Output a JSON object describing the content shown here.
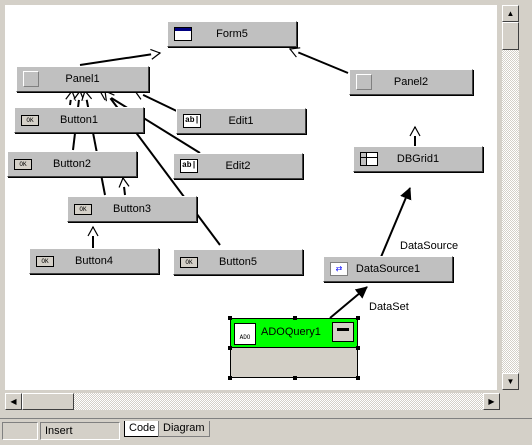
{
  "diagram": {
    "nodes": {
      "form5": {
        "label": "Form5",
        "icon": "form-icon"
      },
      "panel1": {
        "label": "Panel1",
        "icon": "panel-icon"
      },
      "panel2": {
        "label": "Panel2",
        "icon": "panel-icon"
      },
      "button1": {
        "label": "Button1",
        "icon": "button-icon",
        "icon_text": "OK"
      },
      "edit1": {
        "label": "Edit1",
        "icon": "edit-icon",
        "icon_text": "ab|"
      },
      "button2": {
        "label": "Button2",
        "icon": "button-icon",
        "icon_text": "OK"
      },
      "edit2": {
        "label": "Edit2",
        "icon": "edit-icon",
        "icon_text": "ab|"
      },
      "dbgrid1": {
        "label": "DBGrid1",
        "icon": "grid-icon"
      },
      "button3": {
        "label": "Button3",
        "icon": "button-icon",
        "icon_text": "OK"
      },
      "button4": {
        "label": "Button4",
        "icon": "button-icon",
        "icon_text": "OK"
      },
      "button5": {
        "label": "Button5",
        "icon": "button-icon",
        "icon_text": "OK"
      },
      "datasource1": {
        "label": "DataSource1",
        "icon": "datasource-icon"
      },
      "adoquery1": {
        "label": "ADOQuery1",
        "icon": "ado-query-icon",
        "icon_text": "ADO",
        "highlight_color": "#00ff00"
      }
    },
    "edge_labels": {
      "datasource": "DataSource",
      "dataset": "DataSet"
    }
  },
  "statusbar": {
    "mode": "Insert",
    "tabs": [
      {
        "label": "Code"
      },
      {
        "label": "Diagram"
      }
    ],
    "active_tab": "Code"
  },
  "colors": {
    "canvas": "#ffffff",
    "highlight": "#00ff00",
    "chrome": "#d4d0c8"
  }
}
